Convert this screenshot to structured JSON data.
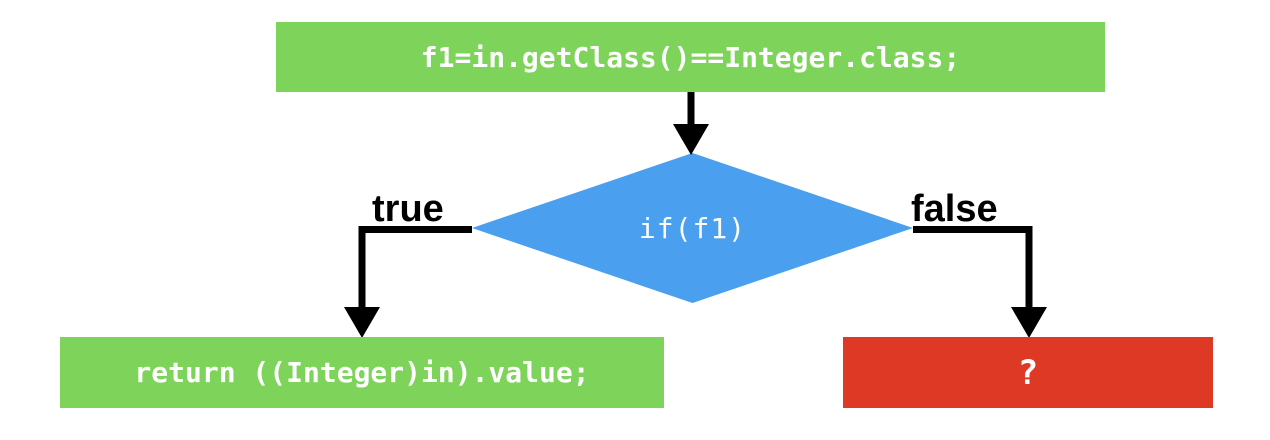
{
  "diagram": {
    "title": "if(f1) branch flowchart",
    "colors": {
      "process_fill": "#7ed45a",
      "decision_fill": "#4a9fee",
      "error_fill": "#dd3924",
      "edge_stroke": "#000000",
      "node_text": "#ffffff",
      "label_text": "#000000",
      "background": "#ffffff"
    },
    "nodes": {
      "top_process": {
        "label": "f1=in.getClass()==Integer.class;",
        "shape": "rectangle",
        "fill": "#7ed45a"
      },
      "decision": {
        "label": "if(f1)",
        "shape": "diamond",
        "fill": "#4a9fee"
      },
      "true_process": {
        "label": "return ((Integer)in).value;",
        "shape": "rectangle",
        "fill": "#7ed45a"
      },
      "false_process": {
        "label": "?",
        "shape": "rectangle",
        "fill": "#dd3924"
      }
    },
    "edges": {
      "top_to_decision": {
        "label": ""
      },
      "decision_true": {
        "label": "true"
      },
      "decision_false": {
        "label": "false"
      }
    }
  }
}
